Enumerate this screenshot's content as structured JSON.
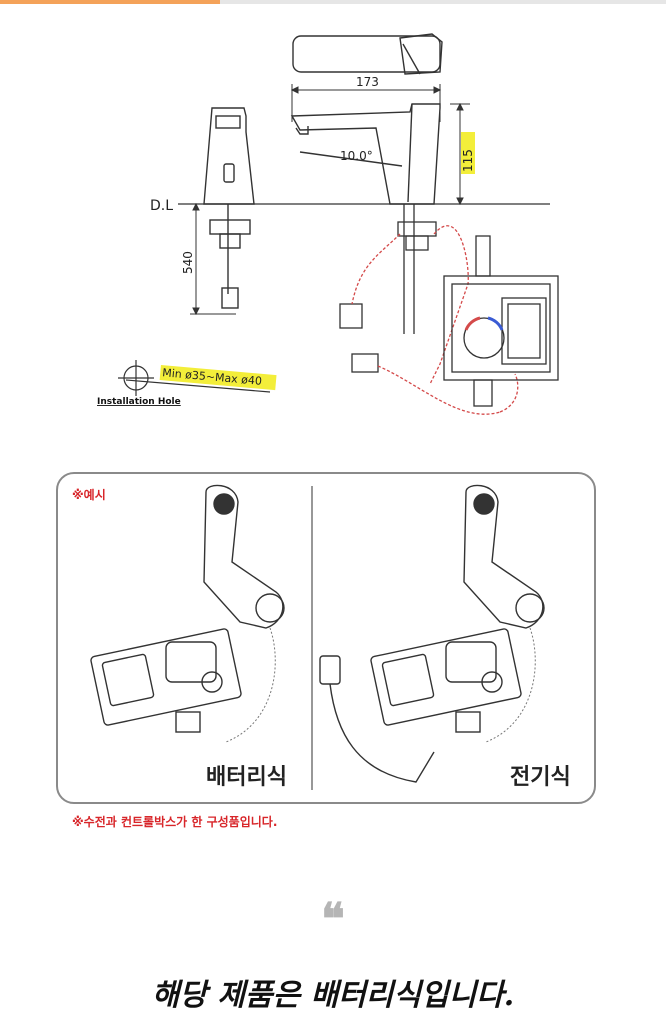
{
  "colors": {
    "accent": "#f4a259",
    "note_red": "#d8262a",
    "highlight": "#f3ee3a",
    "wire_red": "#d44a4a"
  },
  "drawing": {
    "dim_width": "173",
    "dim_angle": "10.0°",
    "dim_height": "115",
    "dim_depth": "540",
    "datum_label": "D.L",
    "hole_range": "Min ø35~Max  ø40",
    "hole_caption": "Installation Hole"
  },
  "example_box": {
    "note": "※예시",
    "left_label": "배터리식",
    "right_label": "전기식"
  },
  "footnote": "※수전과 컨트롤박스가 한 구성품입니다.",
  "quote": {
    "mark": "❝",
    "text": "해당 제품은 배터리식입니다."
  }
}
